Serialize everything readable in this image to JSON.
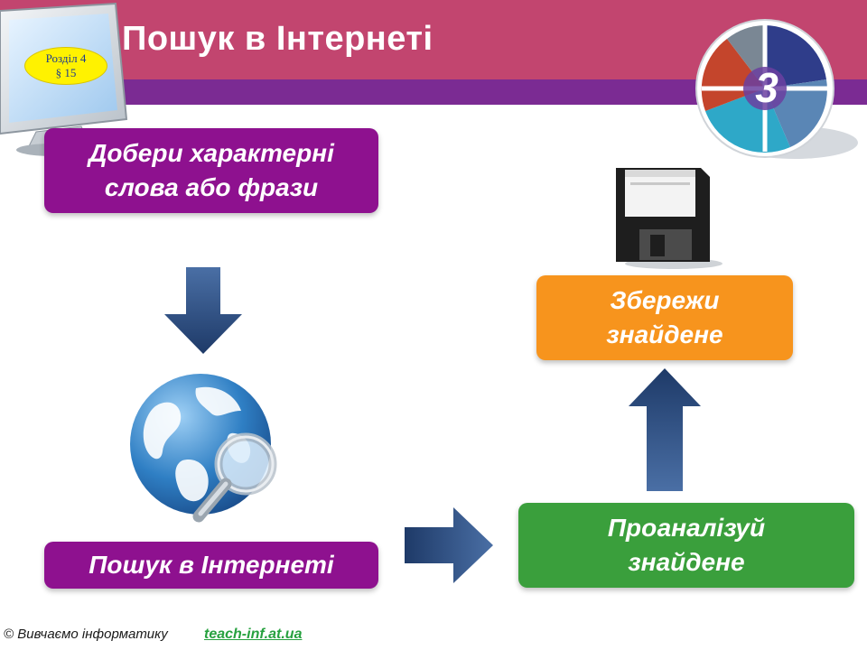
{
  "header": {
    "title": "Пошук в Інтернеті",
    "section_label": "Розділ 4",
    "paragraph_label": "§ 15",
    "grade_number": "3"
  },
  "steps": {
    "choose_keywords": [
      "Добери характерні",
      "слова або фрази"
    ],
    "search": "Пошук в Інтернеті",
    "analyze": [
      "Проаналізуй",
      "знайдене"
    ],
    "save": [
      "Збережи",
      "знайдене"
    ]
  },
  "icons": [
    "monitor-icon",
    "globe-search-icon",
    "floppy-disk-icon",
    "arrow-down-icon",
    "arrow-right-icon",
    "arrow-up-icon"
  ],
  "colors": {
    "header": "#c2456f",
    "header_strip": "#7b2b93",
    "purple_box": "#8e118f",
    "orange_box": "#f7941d",
    "green_box": "#3a9f3c",
    "arrow": "#2e4a7a"
  },
  "footer": {
    "copyright": "© Вивчаємо інформатику",
    "site": "teach-inf.at.ua"
  }
}
